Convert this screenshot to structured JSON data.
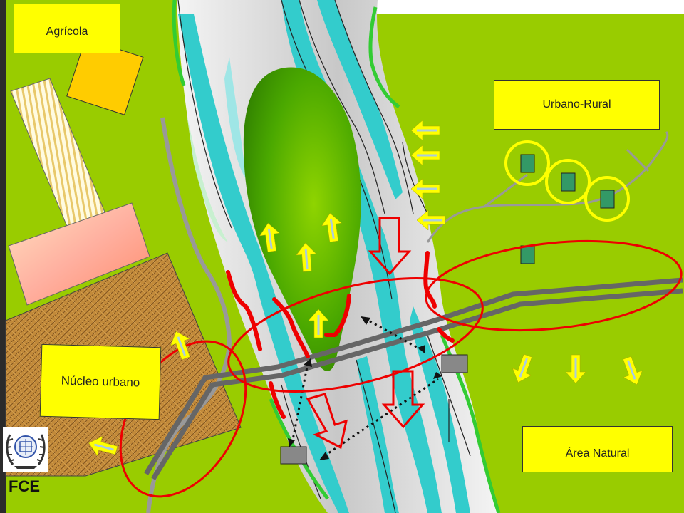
{
  "labels": {
    "agricola": "Agrícola",
    "urbano_rural": "Urbano-Rural",
    "nucleo_urbano": "Núcleo urbano",
    "area_natural": "Área Natural",
    "fce": "FCE"
  },
  "icons": {
    "logo": "university-seal-icon",
    "arrow_pressure": "yellow-arrow-icon",
    "arrow_impact": "red-hollow-arrow-icon"
  },
  "colors": {
    "land": "#99cc00",
    "river": "#33cccc",
    "riverbed": "#d9d9d9",
    "island": "#339900",
    "road": "#666666",
    "impact": "#ff0000",
    "label": "#ffff00",
    "urban": "#c08a3e",
    "riparian": "#33cc33"
  }
}
